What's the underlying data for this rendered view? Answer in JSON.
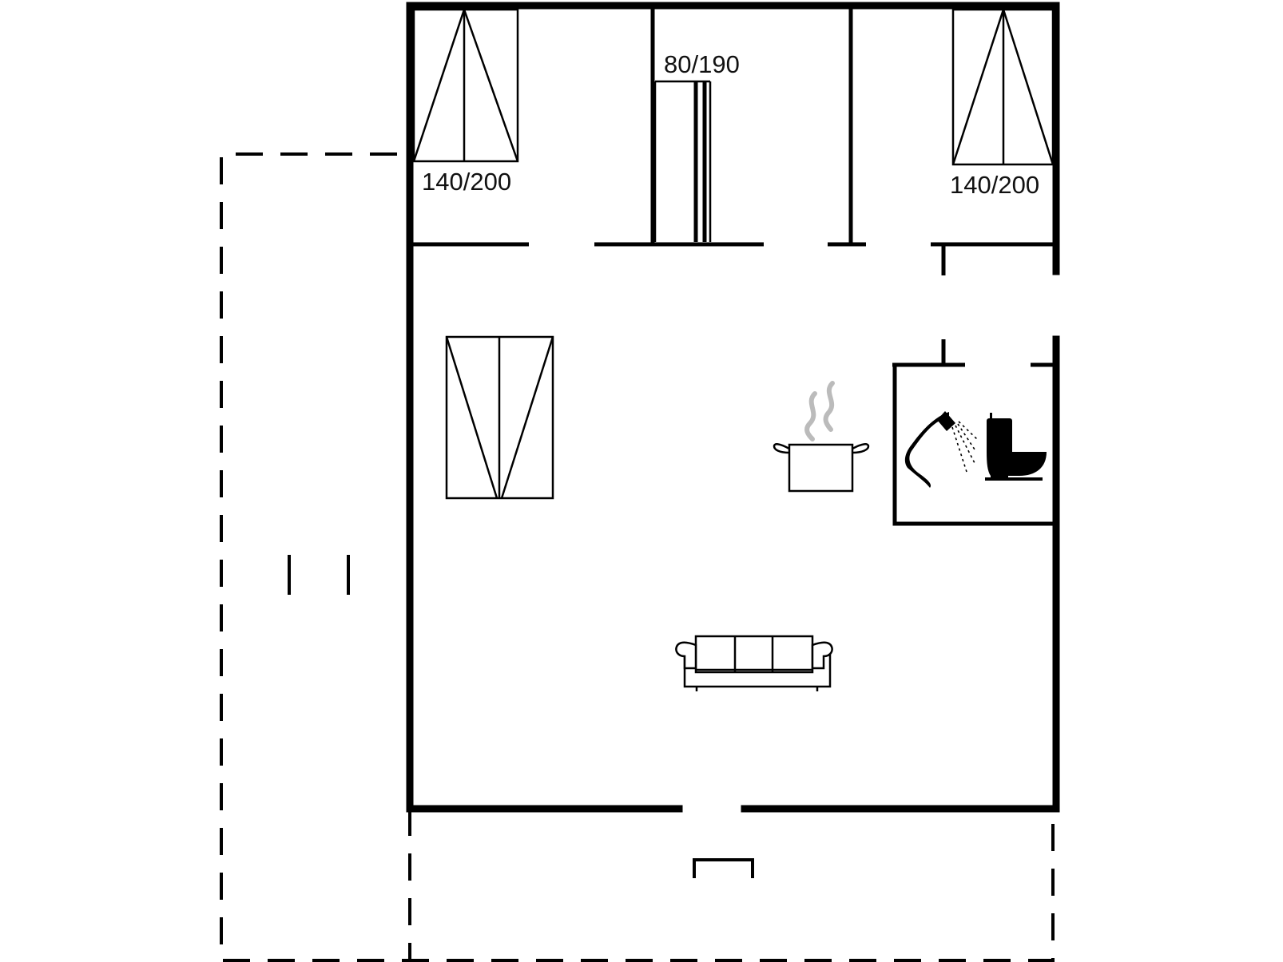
{
  "floor_plan": {
    "colors": {
      "wall": "#000000",
      "icon": "#000000",
      "steam": "#bbbbbb",
      "background": "#ffffff"
    },
    "labels": {
      "bed_left": "140/200",
      "bed_middle": "80/190",
      "bed_right": "140/200"
    },
    "icons": {
      "kitchen": "cooking-pot-icon",
      "shower": "shower-icon",
      "toilet": "toilet-icon",
      "living": "sofa-icon"
    }
  }
}
